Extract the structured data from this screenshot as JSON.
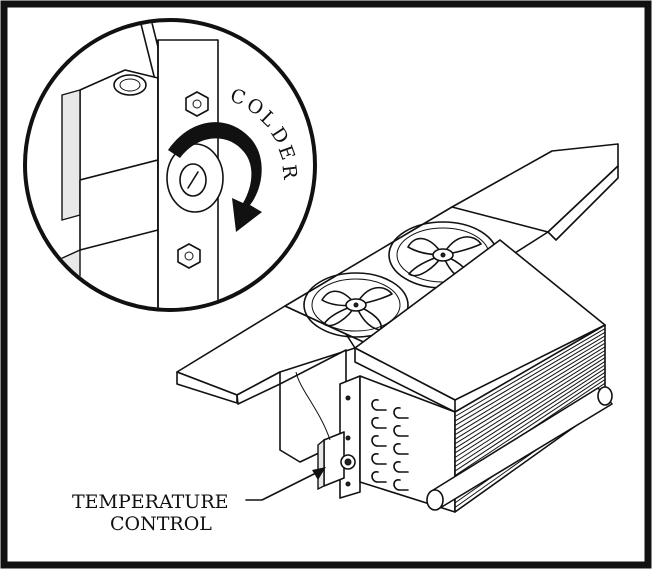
{
  "labels": {
    "colder": "COLDER",
    "temperature_control": [
      "TEMPERATURE",
      "CONTROL"
    ]
  }
}
